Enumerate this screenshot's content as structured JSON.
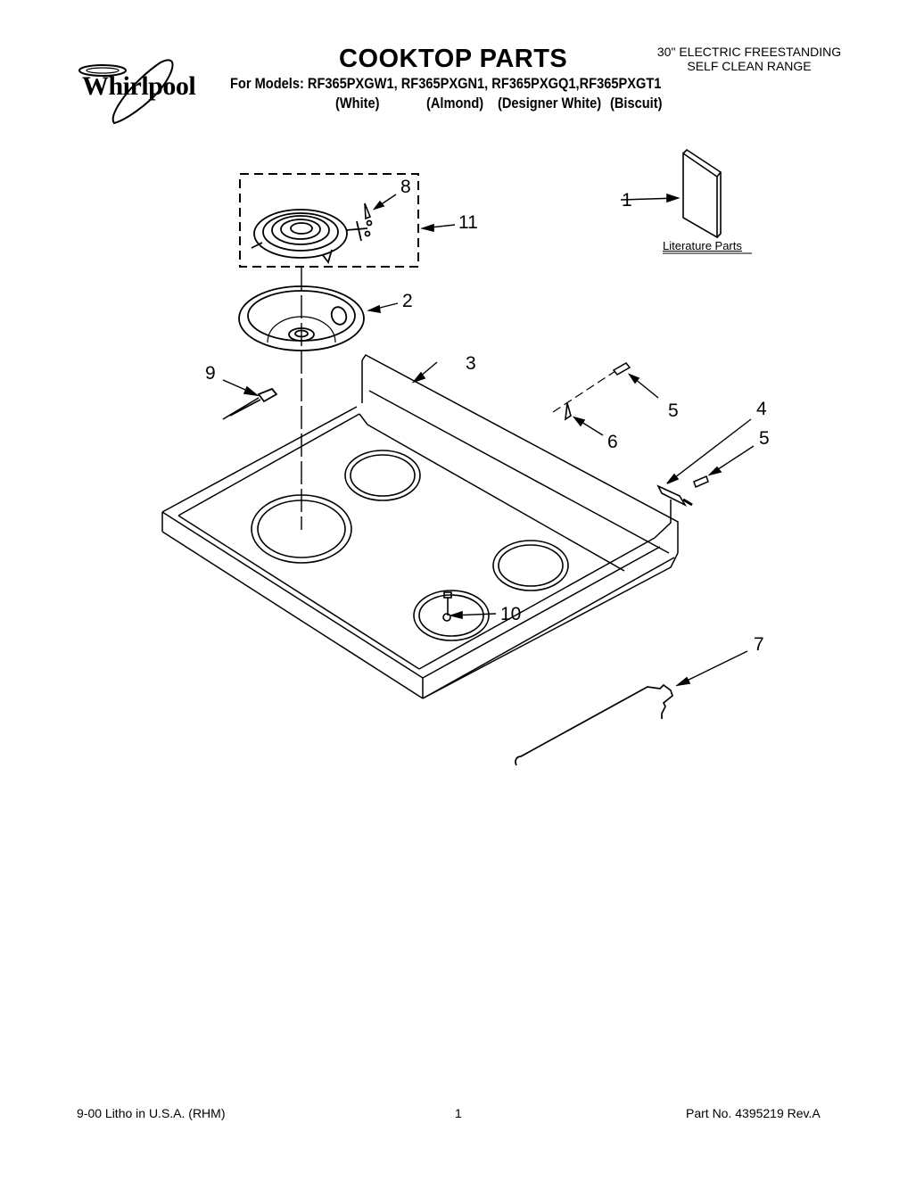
{
  "header": {
    "brand": "Whirlpool",
    "title": "COOKTOP PARTS",
    "models_line": "For Models: RF365PXGW1, RF365PXGN1, RF365PXGQ1,RF365PXGT1",
    "colors": [
      "(White)",
      "(Almond)",
      "(Designer White)",
      "(Biscuit)"
    ],
    "range_description": [
      "30\" ELECTRIC FREESTANDING",
      "SELF CLEAN RANGE"
    ]
  },
  "diagram": {
    "literature_label": "Literature Parts",
    "callouts": [
      {
        "id": "1",
        "label": "1"
      },
      {
        "id": "2",
        "label": "2"
      },
      {
        "id": "3",
        "label": "3"
      },
      {
        "id": "4",
        "label": "4"
      },
      {
        "id": "5a",
        "label": "5"
      },
      {
        "id": "5b",
        "label": "5"
      },
      {
        "id": "6",
        "label": "6"
      },
      {
        "id": "7",
        "label": "7"
      },
      {
        "id": "8",
        "label": "8"
      },
      {
        "id": "9",
        "label": "9"
      },
      {
        "id": "10",
        "label": "10"
      },
      {
        "id": "11",
        "label": "11"
      }
    ]
  },
  "footer": {
    "litho": "9-00 Litho in U.S.A. (RHM)",
    "page_number": "1",
    "part_number": "Part No. 4395219 Rev.A"
  }
}
